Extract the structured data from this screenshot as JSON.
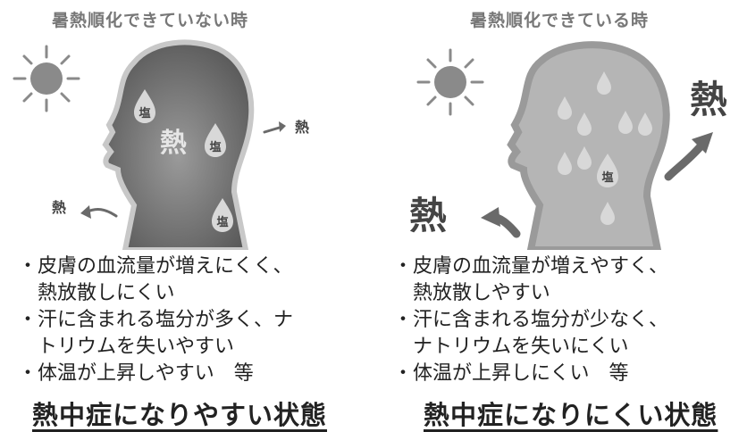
{
  "left": {
    "title": "暑熱順化できていない時",
    "labels": {
      "salt": "塩",
      "heat": "熱"
    },
    "bullets": [
      {
        "lines": [
          "皮膚の血流量が増えにくく、",
          "熱放散しにくい"
        ]
      },
      {
        "lines": [
          "汗に含まれる塩分が多く、ナ",
          "トリウムを失いやすい"
        ]
      },
      {
        "lines": [
          "体温が上昇しやすい　等"
        ]
      }
    ],
    "bullet_mark": "・",
    "conclusion": "熱中症になりやすい状態"
  },
  "right": {
    "title": "暑熱順化できている時",
    "labels": {
      "salt": "塩",
      "heat": "熱"
    },
    "bullets": [
      {
        "lines": [
          "皮膚の血流量が増えやすく、",
          "熱放散しやすい"
        ]
      },
      {
        "lines": [
          "汗に含まれる塩分が少なく、",
          "ナトリウムを失いにくい"
        ]
      },
      {
        "lines": [
          "体温が上昇しにくい　等"
        ]
      }
    ],
    "bullet_mark": "・",
    "conclusion": "熱中症になりにくい状態"
  },
  "colors": {
    "title": "#777777",
    "head_left_fill": "#6e6e6e",
    "head_right_fill": "#b5b5b5",
    "head_outline": "#c8c8c8",
    "sun": "#8a8a8a",
    "drop_fill": "#d8d8d8",
    "arrow": "#6a6a6a"
  },
  "icons": [
    "sun-icon",
    "sweat-drop-icon",
    "heat-arrow-icon"
  ]
}
